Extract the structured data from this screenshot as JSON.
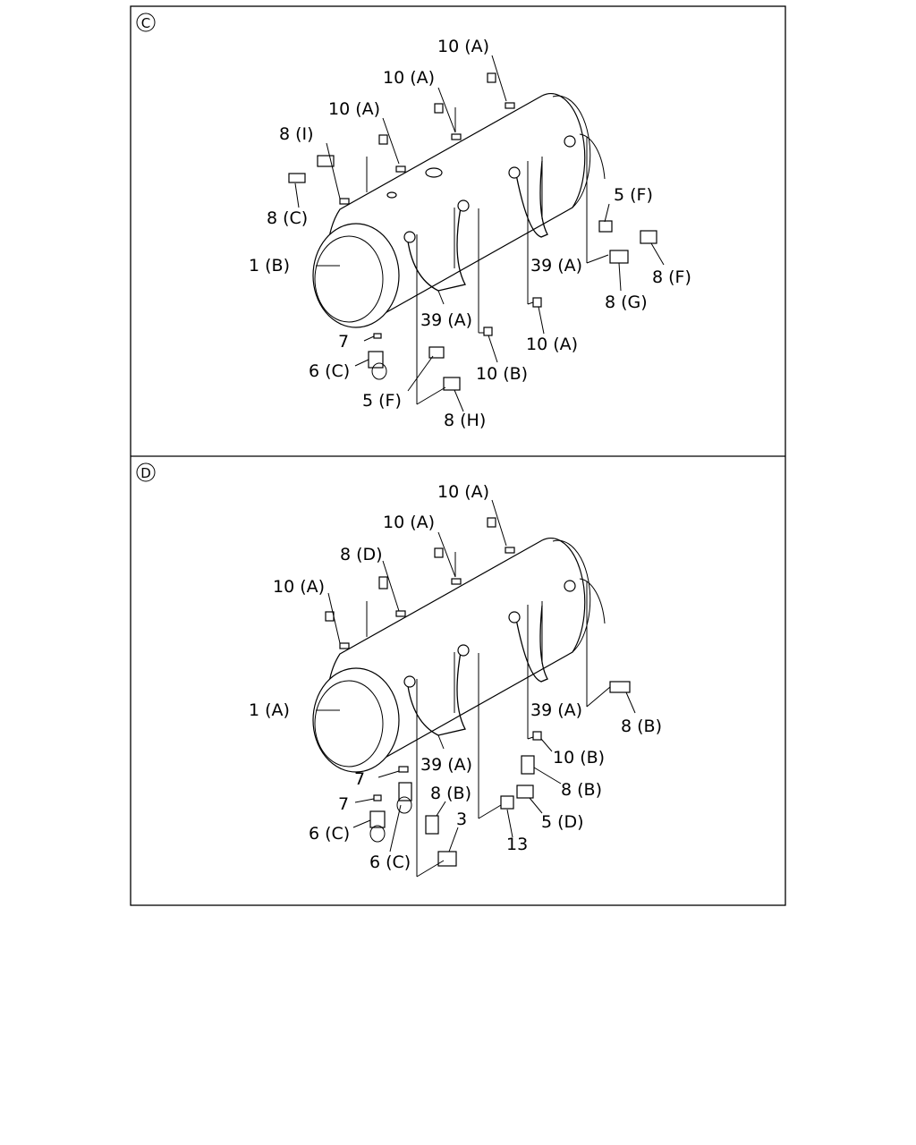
{
  "panels": [
    {
      "id": "C",
      "marker": "C",
      "labels": [
        {
          "key": "10a_top",
          "text": "10 (A)"
        },
        {
          "key": "10a_mid",
          "text": "10 (A)"
        },
        {
          "key": "10a_left",
          "text": "10 (A)"
        },
        {
          "key": "8i",
          "text": "8 (I)"
        },
        {
          "key": "8c",
          "text": "8 (C)"
        },
        {
          "key": "1b",
          "text": "1 (B)"
        },
        {
          "key": "39a_right",
          "text": "39 (A)"
        },
        {
          "key": "39a_left",
          "text": "39 (A)"
        },
        {
          "key": "5f_right",
          "text": "5 (F)"
        },
        {
          "key": "8f",
          "text": "8 (F)"
        },
        {
          "key": "8g",
          "text": "8 (G)"
        },
        {
          "key": "10a_bottom",
          "text": "10 (A)"
        },
        {
          "key": "10b",
          "text": "10 (B)"
        },
        {
          "key": "7",
          "text": "7"
        },
        {
          "key": "6c",
          "text": "6 (C)"
        },
        {
          "key": "5f_left",
          "text": "5 (F)"
        },
        {
          "key": "8h",
          "text": "8 (H)"
        }
      ]
    },
    {
      "id": "D",
      "marker": "D",
      "labels": [
        {
          "key": "10a_top",
          "text": "10 (A)"
        },
        {
          "key": "10a_mid",
          "text": "10 (A)"
        },
        {
          "key": "8d",
          "text": "8 (D)"
        },
        {
          "key": "10a_left",
          "text": "10 (A)"
        },
        {
          "key": "1a",
          "text": "1 (A)"
        },
        {
          "key": "39a_right",
          "text": "39 (A)"
        },
        {
          "key": "8b_right",
          "text": "8 (B)"
        },
        {
          "key": "39a_left",
          "text": "39 (A)"
        },
        {
          "key": "10b",
          "text": "10 (B)"
        },
        {
          "key": "8b_mid",
          "text": "8 (B)"
        },
        {
          "key": "7_a",
          "text": "7"
        },
        {
          "key": "7_b",
          "text": "7"
        },
        {
          "key": "8b_left",
          "text": "8 (B)"
        },
        {
          "key": "3",
          "text": "3"
        },
        {
          "key": "5d",
          "text": "5 (D)"
        },
        {
          "key": "13",
          "text": "13"
        },
        {
          "key": "6c_left",
          "text": "6 (C)"
        },
        {
          "key": "6c_right",
          "text": "6 (C)"
        }
      ]
    }
  ]
}
